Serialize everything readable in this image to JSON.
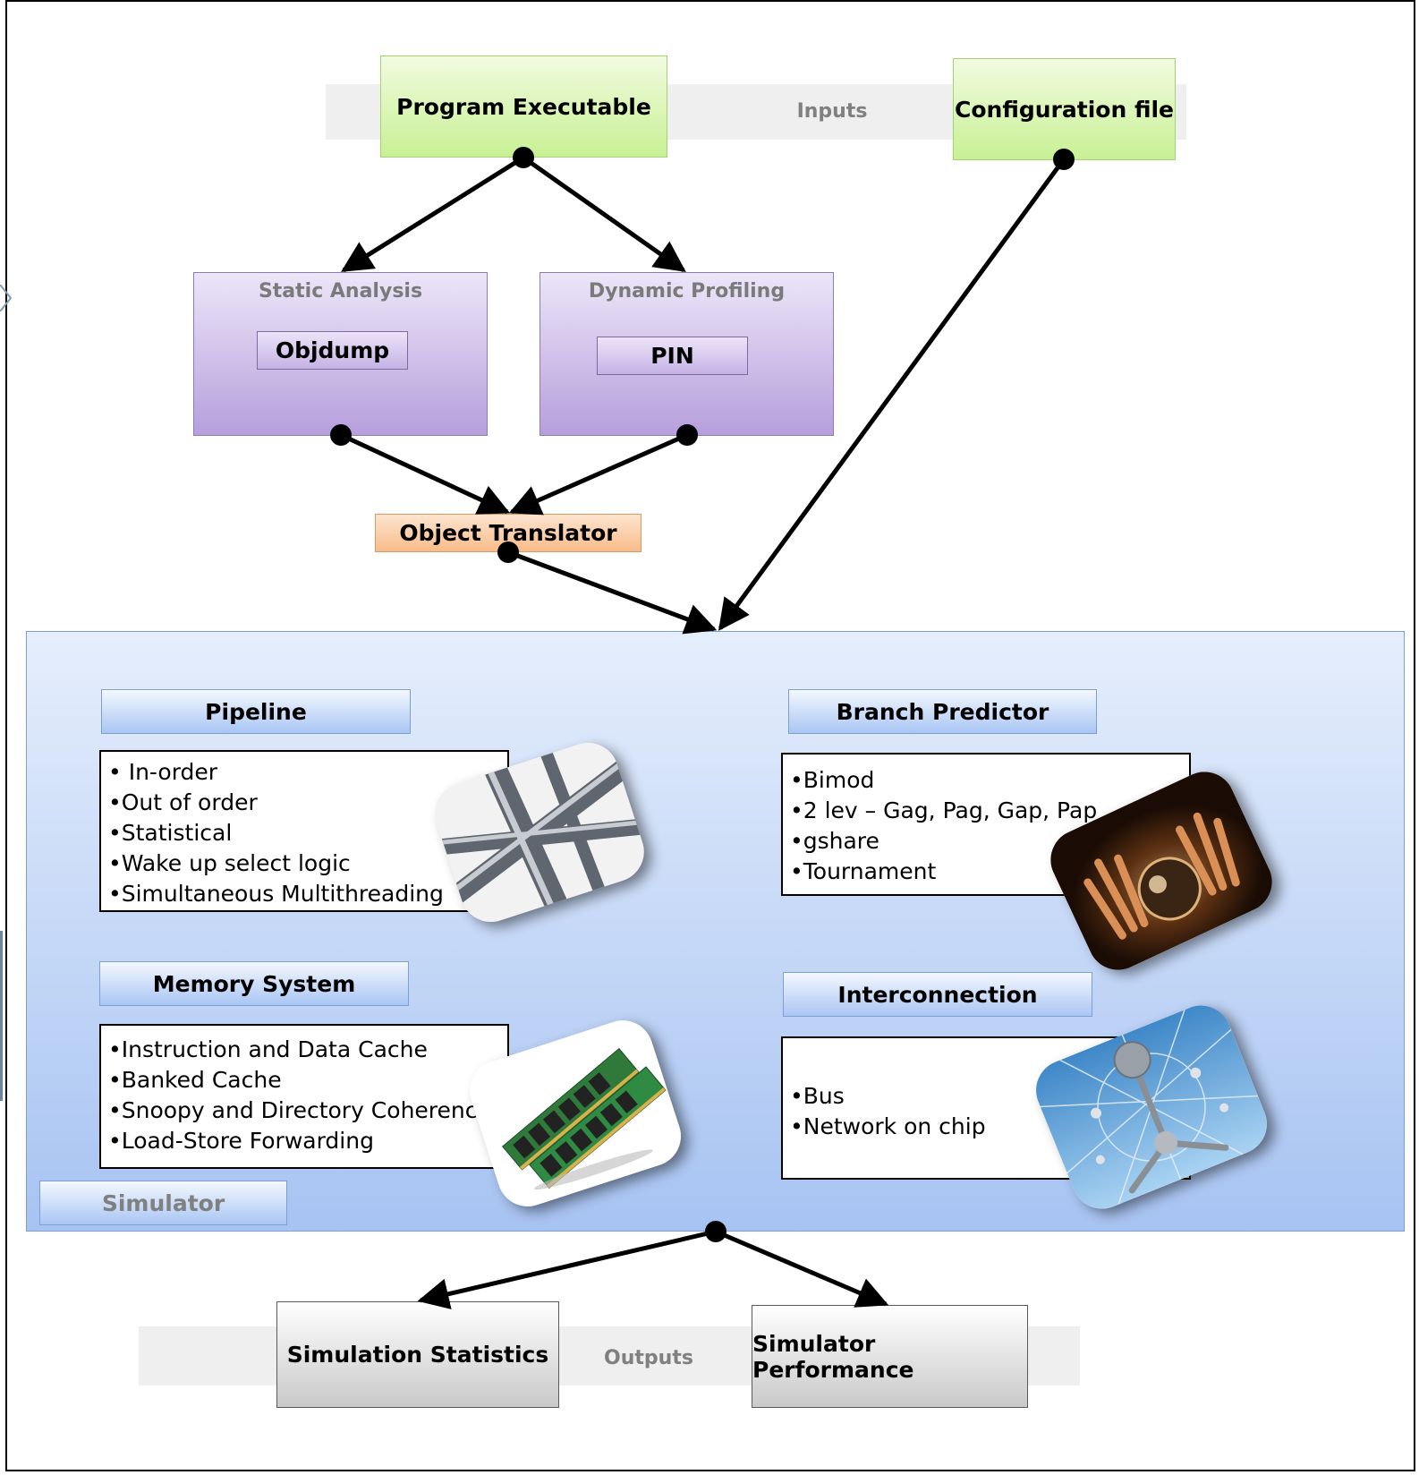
{
  "inputs": {
    "band_label": "Inputs",
    "program": "Program Executable",
    "config": "Configuration file"
  },
  "analysis": {
    "static_title": "Static Analysis",
    "static_tool": "Objdump",
    "dynamic_title": "Dynamic  Profiling",
    "dynamic_tool": "PIN"
  },
  "translator": "Object Translator",
  "simulator": {
    "label": "Simulator",
    "pipeline": {
      "title": "Pipeline",
      "items": [
        "• In-order",
        "•Out of order",
        "•Statistical",
        "•Wake up select logic",
        "•Simultaneous  Multithreading"
      ]
    },
    "branch": {
      "title": "Branch Predictor",
      "items": [
        "•Bimod",
        "•2 lev – Gag, Pag, Gap, Pap",
        "•gshare",
        "•Tournament"
      ]
    },
    "memory": {
      "title": "Memory System",
      "items": [
        "•Instruction and Data Cache",
        "•Banked Cache",
        "•Snoopy and Directory Coherence",
        "•Load-Store Forwarding"
      ]
    },
    "interconnect": {
      "title": "Interconnection",
      "items": [
        "•Bus",
        "•Network on chip"
      ]
    }
  },
  "outputs": {
    "band_label": "Outputs",
    "statistics": "Simulation Statistics",
    "performance": "Simulator Performance"
  },
  "icons": {
    "pipeline": "pipes-image",
    "branch": "crystal-ball-image",
    "memory": "ram-modules-image",
    "interconnect": "network-image"
  }
}
